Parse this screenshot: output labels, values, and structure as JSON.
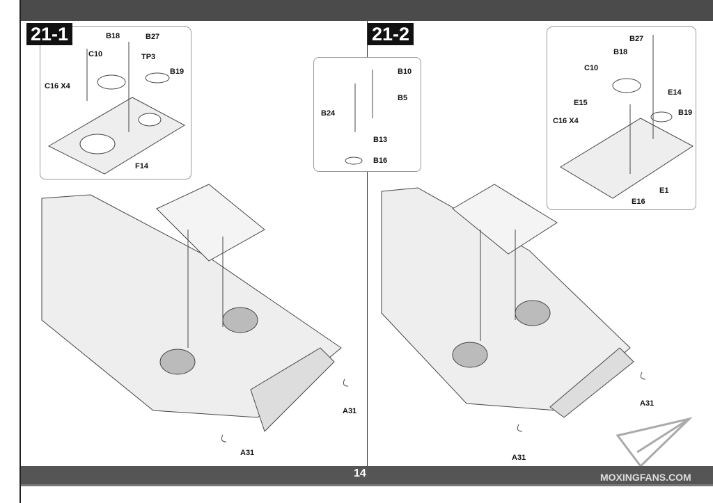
{
  "page_number": "14",
  "watermark": "MOXINGFANS.COM",
  "steps": [
    {
      "id": "21-1",
      "inset_labels": [
        "B18",
        "B27",
        "C10",
        "TP3",
        "B19",
        "C16 X4",
        "F14"
      ],
      "main_labels": [
        "A31",
        "A31"
      ]
    },
    {
      "id": "21-2",
      "inset_center_labels": [
        "B10",
        "B5",
        "B24",
        "B13",
        "B16"
      ],
      "inset_labels": [
        "B27",
        "B18",
        "C10",
        "E14",
        "E15",
        "B19",
        "C16 X4",
        "E1",
        "E16"
      ],
      "main_labels": [
        "A31",
        "A31"
      ]
    }
  ]
}
